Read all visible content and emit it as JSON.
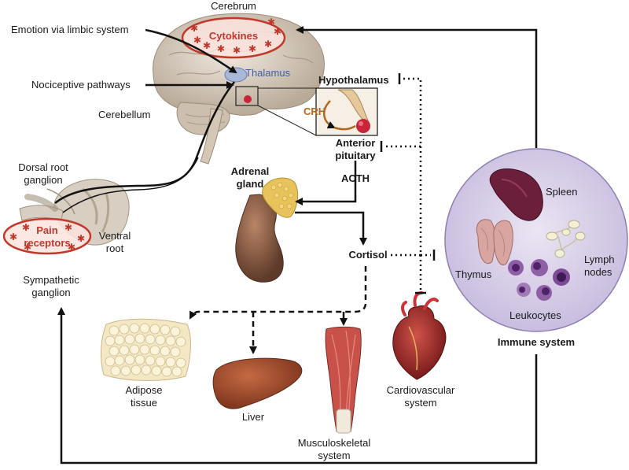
{
  "labels": {
    "cerebrum": "Cerebrum",
    "cytokines": "Cytokines",
    "emotion": "Emotion via limbic system",
    "thalamus": "Thalamus",
    "nociceptive": "Nociceptive pathways",
    "hypothalamus": "Hypothalamus",
    "cerebellum": "Cerebellum",
    "crh": "CRH",
    "anterior": "Anterior",
    "pituitary": "pituitary",
    "dorsal_root": "Dorsal root",
    "ganglion": "ganglion",
    "adrenal": "Adrenal",
    "gland": "gland",
    "acth": "ACTH",
    "spleen": "Spleen",
    "pain": "Pain",
    "receptors": "receptors",
    "ventral": "Ventral",
    "root": "root",
    "cortisol": "Cortisol",
    "lymph": "Lymph",
    "nodes": "nodes",
    "thymus": "Thymus",
    "sympathetic": "Sympathetic",
    "sympathetic_ganglion": "ganglion",
    "leukocytes": "Leukocytes",
    "immune_system": "Immune system",
    "adipose": "Adipose",
    "tissue": "tissue",
    "liver": "Liver",
    "cardiovascular": "Cardiovascular",
    "cardio_system": "system",
    "musculoskeletal": "Musculoskeletal",
    "musculo_system": "system"
  },
  "colors": {
    "arrow": "#111111",
    "inhibitory": "#111111",
    "cytokine_red": "#c0392b",
    "crh_brown": "#b5651d",
    "thalamus_blue": "#3d5fa8",
    "immune_bg": "#dcd3ec",
    "immune_border": "#8d7fb3",
    "brain": "#d9cfc4",
    "kidney": "#8a5a44",
    "adrenal_yellow": "#e8c25a",
    "liver": "#9b4a2a",
    "heart": "#a3282a",
    "spleen": "#6b1f3a",
    "thymus": "#d9a5a0",
    "adipose": "#f3e7c4"
  }
}
